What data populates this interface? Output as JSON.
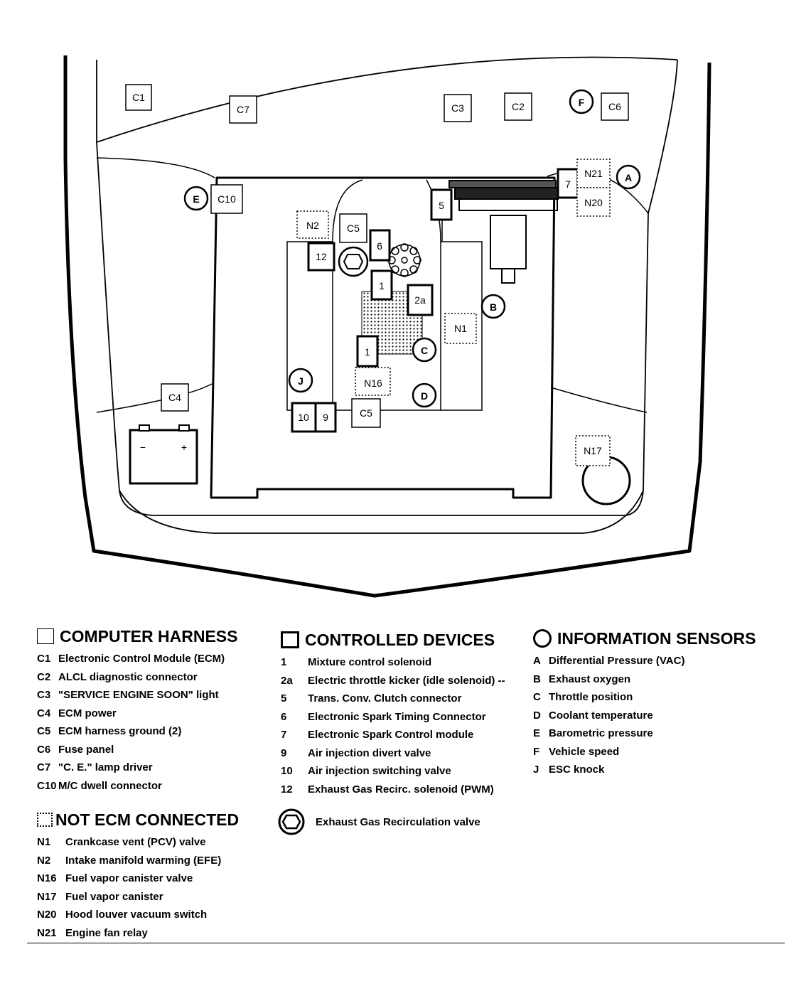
{
  "diagram": {
    "harness_labels": [
      "C1",
      "C7",
      "C3",
      "C2",
      "C6",
      "C10",
      "C5",
      "C4",
      "C5"
    ],
    "device_labels": [
      "7",
      "5",
      "12",
      "6",
      "1",
      "2a",
      "1",
      "10",
      "9"
    ],
    "not_ecm_labels": [
      "N21",
      "N20",
      "N2",
      "N1",
      "N16",
      "N17"
    ],
    "sensor_labels": [
      "F",
      "A",
      "E",
      "B",
      "C",
      "J",
      "D"
    ],
    "battery": {
      "minus": "−",
      "plus": "+"
    }
  },
  "legend": {
    "computer_harness": {
      "title": "COMPUTER HARNESS",
      "items": [
        {
          "code": "C1",
          "text": "Electronic Control Module (ECM)"
        },
        {
          "code": "C2",
          "text": "ALCL diagnostic connector"
        },
        {
          "code": "C3",
          "text": "\"SERVICE ENGINE  SOON\" light"
        },
        {
          "code": "C4",
          "text": "ECM power"
        },
        {
          "code": "C5",
          "text": "ECM harness ground (2)"
        },
        {
          "code": "C6",
          "text": "Fuse panel"
        },
        {
          "code": "C7",
          "text": "\"C. E.\" lamp driver"
        },
        {
          "code": "C10",
          "text": "M/C dwell connector"
        }
      ]
    },
    "not_ecm_connected": {
      "title": "NOT ECM CONNECTED",
      "items": [
        {
          "code": "N1",
          "text": "Crankcase vent (PCV) valve"
        },
        {
          "code": "N2",
          "text": "Intake manifold warming (EFE)"
        },
        {
          "code": "N16",
          "text": "Fuel vapor canister valve"
        },
        {
          "code": "N17",
          "text": "Fuel vapor canister"
        },
        {
          "code": "N20",
          "text": "Hood louver vacuum switch"
        },
        {
          "code": "N21",
          "text": "Engine fan relay"
        }
      ]
    },
    "controlled_devices": {
      "title": "CONTROLLED DEVICES",
      "items": [
        {
          "code": "1",
          "text": "Mixture control solenoid"
        },
        {
          "code": "2a",
          "text": "Electric throttle kicker (idle solenoid) --"
        },
        {
          "code": "5",
          "text": "Trans. Conv. Clutch connector"
        },
        {
          "code": "6",
          "text": "Electronic Spark Timing Connector"
        },
        {
          "code": "7",
          "text": "Electronic Spark Control module"
        },
        {
          "code": "9",
          "text": "Air injection divert valve"
        },
        {
          "code": "10",
          "text": "Air injection switching valve"
        },
        {
          "code": "12",
          "text": "Exhaust Gas Recirc. solenoid (PWM)"
        }
      ]
    },
    "information_sensors": {
      "title": "INFORMATION SENSORS",
      "items": [
        {
          "code": "A",
          "text": "Differential Pressure (VAC)"
        },
        {
          "code": "B",
          "text": "Exhaust oxygen"
        },
        {
          "code": "C",
          "text": "Throttle position"
        },
        {
          "code": "D",
          "text": "Coolant temperature"
        },
        {
          "code": "E",
          "text": "Barometric pressure"
        },
        {
          "code": "F",
          "text": "Vehicle speed"
        },
        {
          "code": "J",
          "text": "ESC knock"
        }
      ]
    },
    "egr_valve": "Exhaust Gas Recirculation valve"
  }
}
